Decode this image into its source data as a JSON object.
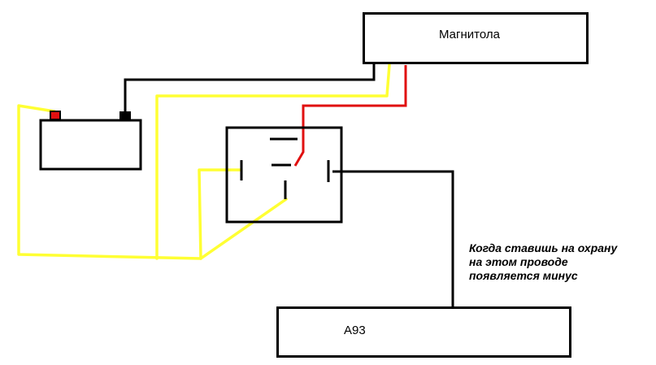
{
  "title": "",
  "nodes": {
    "head_unit": {
      "label": "Магнитола"
    },
    "alarm": {
      "label": "А93"
    },
    "battery": {
      "label": ""
    },
    "relay": {
      "label": ""
    }
  },
  "annotation": {
    "lines": [
      "Когда ставишь на охрану",
      "на этом проводе",
      "появляется минус"
    ]
  },
  "wire_colors": {
    "black": "#000000",
    "yellow": "#ffff33",
    "red": "#e01010"
  },
  "connections": [
    {
      "from": "battery",
      "to": "head_unit",
      "color": "black"
    },
    {
      "from": "head_unit",
      "to": "relay",
      "color": "red"
    },
    {
      "from": "battery",
      "to": "relay",
      "color": "yellow"
    },
    {
      "from": "head_unit",
      "to": "relay",
      "color": "yellow"
    },
    {
      "from": "relay",
      "to": "alarm",
      "color": "black"
    }
  ]
}
